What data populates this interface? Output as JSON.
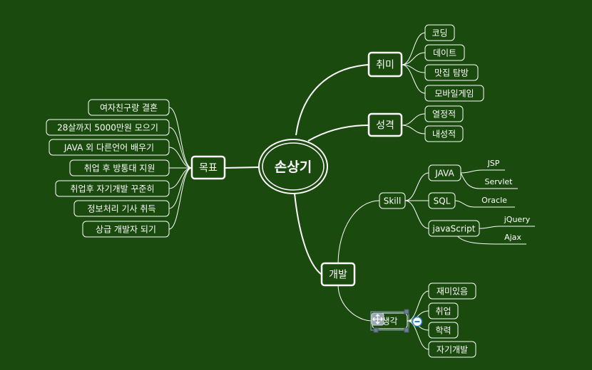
{
  "colors": {
    "background": "#1a4a0e",
    "line": "#ffffff",
    "node_fill": "#1a4a0e"
  },
  "center": {
    "label": "손상기"
  },
  "goal": {
    "label": "목표",
    "items": [
      "여자친구랑 결혼",
      "28살까지 5000만원 모으기",
      "JAVA 외 다른언어 배우기",
      "취업 후 방통대 지원",
      "취업후 자기개발 꾸준히",
      "정보처리 기사 취득",
      "상급 개발자 되기"
    ]
  },
  "hobby": {
    "label": "취미",
    "items": [
      "코딩",
      "데이트",
      "맛집 탐방",
      "모바일게임"
    ]
  },
  "personality": {
    "label": "성격",
    "items": [
      "열정적",
      "내성적"
    ]
  },
  "dev": {
    "label": "개발",
    "skill": {
      "label": "Skill",
      "java": {
        "label": "JAVA",
        "items": [
          "JSP",
          "Servlet"
        ]
      },
      "sql": {
        "label": "SQL",
        "items": [
          "Oracle"
        ]
      },
      "js": {
        "label": "javaScript",
        "items": [
          "jQuery",
          "Ajax"
        ]
      }
    },
    "thought": {
      "label": "생각",
      "items": [
        "재미있음",
        "취업",
        "학력",
        "자기개발"
      ]
    }
  },
  "icons": [
    "move-handle-icon",
    "collapse-minus-icon"
  ]
}
